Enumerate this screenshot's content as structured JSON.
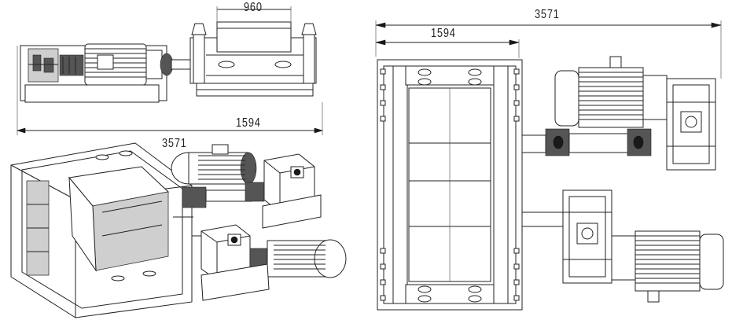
{
  "dimensions": {
    "front_width": "960",
    "front_length": "1594",
    "iso_length": "3571",
    "top_length": "3571",
    "top_width": "1594"
  }
}
